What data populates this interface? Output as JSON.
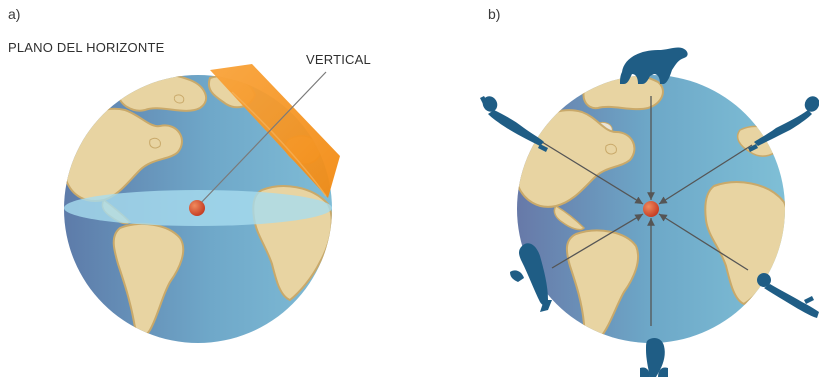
{
  "panel_a": {
    "label": "a)",
    "horizon_plane_label": "PLANO DEL HORIZONTE",
    "vertical_label": "VERTICAL"
  },
  "panel_b": {
    "label": "b)"
  },
  "colors": {
    "ocean_light": "#7fbcd6",
    "ocean_dark": "#5a7fa8",
    "land": "#e8d4a2",
    "land_shadow": "#c9a96a",
    "horizon_plane": "#a8dcef",
    "vertical_plane": "#f7941d",
    "center_point": "#d9472b",
    "silhouette": "#1f5d85",
    "arrow": "#555555"
  },
  "icons": [
    "polar-bear-icon",
    "diver-icon",
    "whale-icon"
  ]
}
